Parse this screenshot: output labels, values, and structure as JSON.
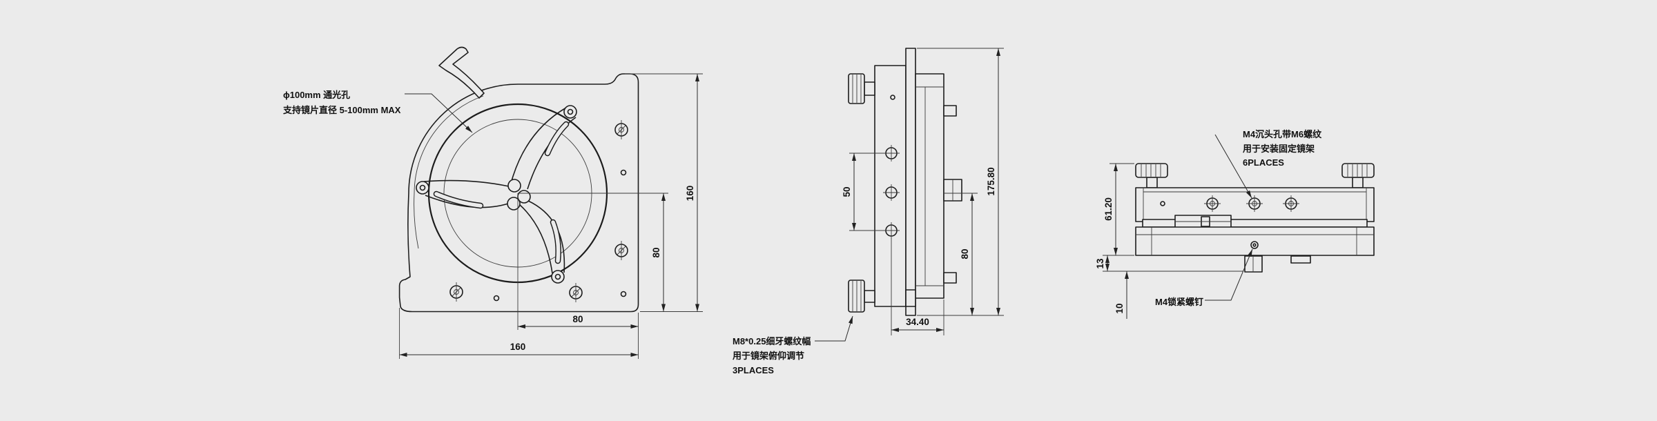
{
  "colors": {
    "background": "#ebebeb",
    "line": "#1c1c1c"
  },
  "front_view": {
    "aperture_note": [
      "ϕ100mm 通光孔",
      "支持镜片直径 5-100mm MAX"
    ],
    "dim_center_x": "80",
    "dim_width": "160",
    "dim_center_y": "80",
    "dim_height": "160"
  },
  "side_view": {
    "dim_hole_spacing": "50",
    "dim_total_height": "175.80",
    "dim_center_height": "80",
    "dim_depth": "34.40",
    "adjuster_note": [
      "M8*0.25细牙螺纹幅",
      "用于镜架俯仰调节",
      "3PLACES"
    ]
  },
  "top_view": {
    "mount_hole_note": [
      "M4沉头孔带M6螺纹",
      "用于安装固定镜架",
      "6PLACES"
    ],
    "dim_height": "61.20",
    "dim_base": "13",
    "dim_bottom": "10",
    "lock_screw_note": "M4锁紧螺钉"
  }
}
